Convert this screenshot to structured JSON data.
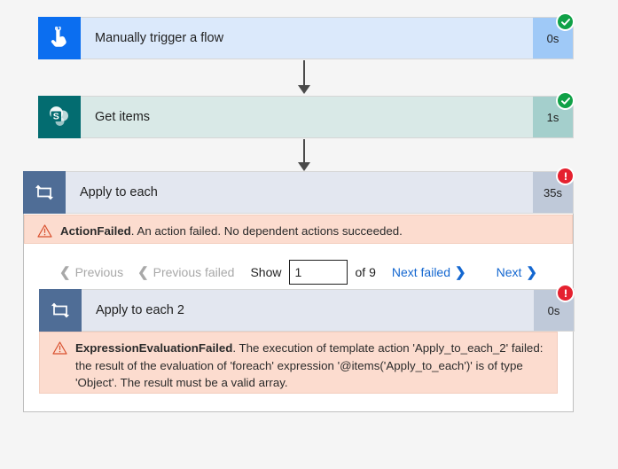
{
  "flow": {
    "steps": [
      {
        "id": "manually-trigger-a-flow",
        "title": "Manually trigger a flow",
        "duration": "0s",
        "status": "succeeded",
        "icon": "hand-tap-icon",
        "colors": {
          "icon_bg": "#0b6ef0",
          "body_bg": "#dbe9fb",
          "dur_bg": "#9fc9f7"
        }
      },
      {
        "id": "get-items",
        "title": "Get items",
        "duration": "1s",
        "status": "succeeded",
        "icon": "sharepoint-icon",
        "colors": {
          "icon_bg": "#036c70",
          "body_bg": "#d9e9e7",
          "dur_bg": "#a4cfcc"
        }
      },
      {
        "id": "apply-to-each",
        "title": "Apply to each",
        "duration": "35s",
        "status": "failed",
        "icon": "loop-icon",
        "colors": {
          "icon_bg": "#4f6d96",
          "body_bg": "#e3e7f0",
          "dur_bg": "#bfc9d9"
        }
      },
      {
        "id": "apply-to-each-2",
        "title": "Apply to each 2",
        "duration": "0s",
        "status": "failed",
        "icon": "loop-icon",
        "colors": {
          "icon_bg": "#4f6d96",
          "body_bg": "#e3e7f0",
          "dur_bg": "#bfc9d9"
        }
      }
    ]
  },
  "errors": {
    "outer": {
      "code": "ActionFailed",
      "message": ". An action failed. No dependent actions succeeded.",
      "icon": "warning-triangle-icon"
    },
    "inner": {
      "code": "ExpressionEvaluationFailed",
      "message": ". The execution of template action 'Apply_to_each_2' failed: the result of the evaluation of 'foreach' expression '@items('Apply_to_each')' is of type 'Object'. The result must be a valid array.",
      "icon": "warning-triangle-icon"
    }
  },
  "pager": {
    "previous_label": "Previous",
    "previous_failed_label": "Previous failed",
    "show_label": "Show",
    "current_page": "1",
    "page_placeholder": "",
    "of_label": "of 9",
    "total_pages": "9",
    "next_failed_label": "Next failed",
    "next_label": "Next",
    "chevron_left": "❮",
    "chevron_right": "❯"
  },
  "status_badges": {
    "succeeded": {
      "name": "check-icon",
      "color": "#10a147"
    },
    "failed": {
      "name": "exclamation-icon",
      "color": "#e5212f"
    }
  }
}
